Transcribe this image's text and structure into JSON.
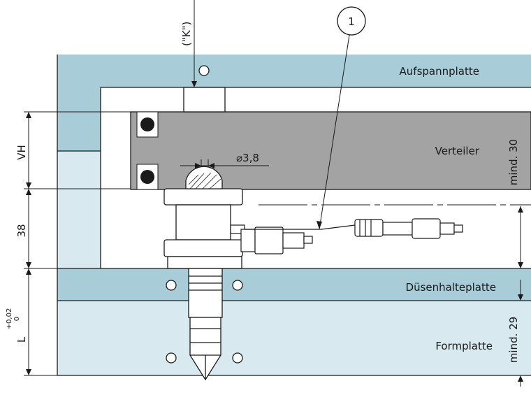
{
  "labels": {
    "aufspannplatte": "Aufspannplatte",
    "verteiler": "Verteiler",
    "duesenhalteplatte": "Düsenhalteplatte",
    "formplatte": "Formplatte"
  },
  "dimensions": {
    "k": "(\"K\")",
    "vh": "VH",
    "d38": "38",
    "l": "L",
    "tol_upper": "+0,02",
    "tol_lower": "0",
    "diameter": "⌀3,8",
    "mind30": "mind. 30",
    "mind29": "mind. 29"
  },
  "callout": "1",
  "colors": {
    "plate_dark": "#a9ccd9",
    "plate_light": "#d8e9f0",
    "manifold": "#a3a3a3",
    "outline": "#1a1a1a"
  }
}
